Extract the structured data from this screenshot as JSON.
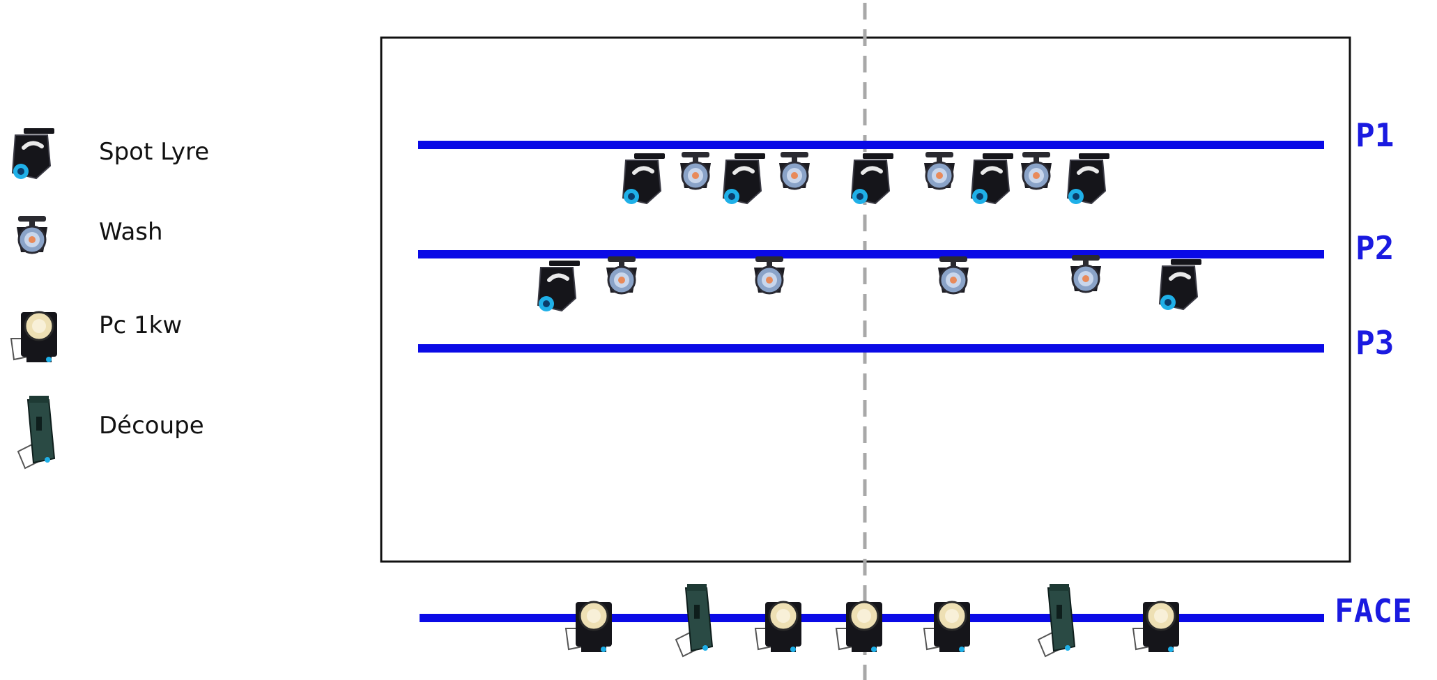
{
  "legend": [
    {
      "type": "spot",
      "label": "Spot Lyre"
    },
    {
      "type": "wash",
      "label": "Wash"
    },
    {
      "type": "pc",
      "label": "Pc 1kw"
    },
    {
      "type": "decoupe",
      "label": "Découpe"
    }
  ],
  "bars": [
    {
      "id": "p1",
      "label": "P1"
    },
    {
      "id": "p2",
      "label": "P2"
    },
    {
      "id": "p3",
      "label": "P3"
    },
    {
      "id": "face",
      "label": "FACE"
    }
  ],
  "fixtures": {
    "p1": [
      "spot",
      "wash",
      "spot",
      "wash",
      "spot",
      "wash",
      "spot",
      "wash",
      "spot"
    ],
    "p2": [
      "spot",
      "wash",
      "wash",
      "wash",
      "wash",
      "spot"
    ],
    "face": [
      "pc",
      "decoupe",
      "pc",
      "pc",
      "pc",
      "decoupe",
      "pc"
    ]
  },
  "colors": {
    "bar": "#0a0ae6",
    "bar_label": "#1a1ae0",
    "stage_border": "#111111",
    "center_line": "#a8a8a8",
    "fixture_body": "#15151a",
    "lens_spot": "#1fb0e8",
    "wash_lens": "#8aa3c8",
    "pc_lens": "#eee0b4",
    "decoupe_body": "#2a4a44"
  }
}
